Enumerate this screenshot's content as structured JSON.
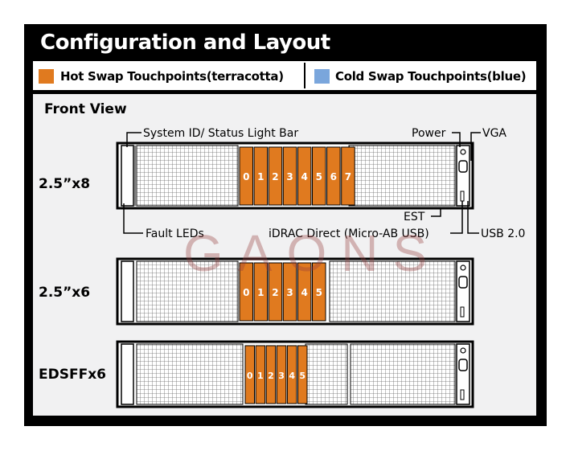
{
  "title": "Configuration and Layout",
  "legend": {
    "hot_label": "Hot Swap Touchpoints(terracotta)",
    "cold_label": "Cold Swap Touchpoints(blue)",
    "hot_color": "#e07a1f",
    "cold_color": "#7aa6dc"
  },
  "section_title": "Front View",
  "rows": [
    {
      "label": "2.5”x8",
      "bays": [
        "0",
        "1",
        "2",
        "3",
        "4",
        "5",
        "6",
        "7"
      ]
    },
    {
      "label": "2.5”x6",
      "bays": [
        "0",
        "1",
        "2",
        "3",
        "4",
        "5"
      ]
    },
    {
      "label": "EDSFFx6",
      "bays": [
        "0",
        "1",
        "2",
        "3",
        "4",
        "5"
      ]
    }
  ],
  "callouts": {
    "system_id": "System ID/ Status Light Bar",
    "power": "Power",
    "vga": "VGA",
    "est": "EST",
    "fault_leds": "Fault LEDs",
    "idrac": "iDRAC Direct (Micro-AB USB)",
    "usb": "USB 2.0"
  },
  "watermark": "GAONS"
}
